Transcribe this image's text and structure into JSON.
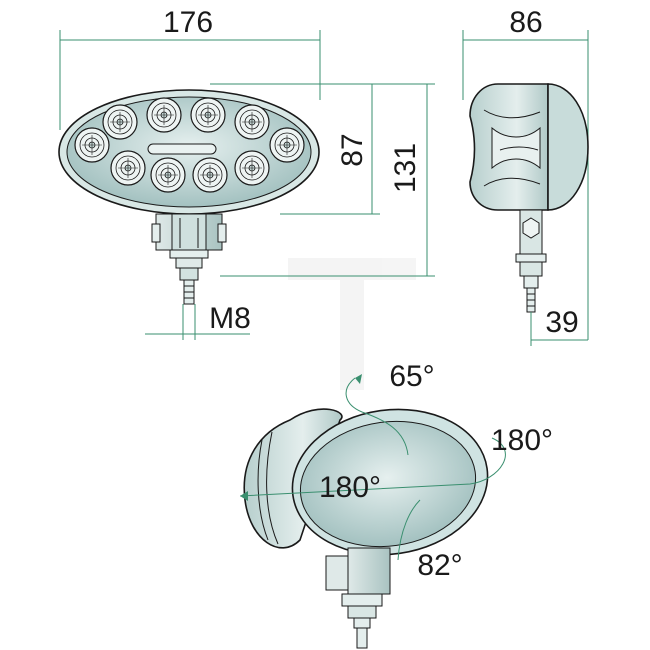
{
  "dimensions": {
    "width_front": "176",
    "height_lens": "87",
    "height_total": "131",
    "depth": "86",
    "bracket_depth": "39",
    "bolt": "M8"
  },
  "angles": {
    "vertical_tilt": "65°",
    "horizontal_rotation": "180°",
    "lens_rotation": "180°",
    "bracket_tilt": "82°"
  },
  "colors": {
    "lens": "#cfe3e2",
    "lens_dark": "#8fb3b2",
    "housing": "#d7e6e4",
    "dimension_line": "#3a8f6f",
    "text": "#1a1a1a",
    "watermark": "#eeeeee"
  }
}
